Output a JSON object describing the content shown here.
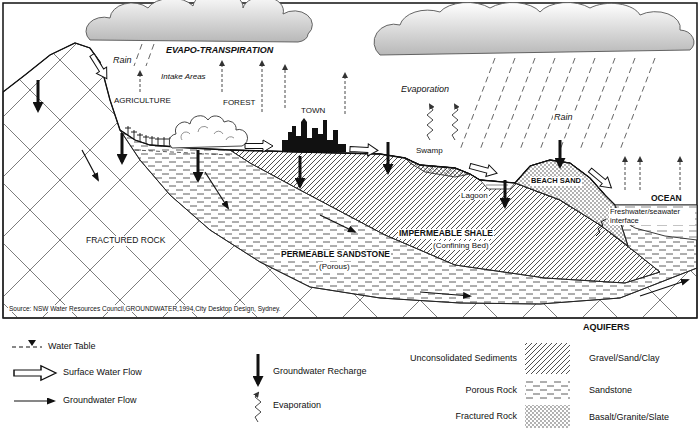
{
  "diagram": {
    "labels": [
      "Rain",
      "Intake Areas",
      "EVAPO-TRANSPIRATION",
      "AGRICULTURE",
      "FOREST",
      "TOWN",
      "Evaporation",
      "Rain",
      "Swamp",
      "Lagoon",
      "BEACH SAND",
      "IMPERMEABLE SHALE",
      "(Confining Bed)",
      "PERMEABLE SANDSTONE",
      "(Porous)",
      "FRACTURED ROCK",
      "OCEAN",
      "Freshwater/seawater interface",
      "Source: NSW Water Resources Council,GROUNDWATER,1994,City Desktop Design, Sydney.",
      "AQUIFERS",
      "Gravel/Sand/Clay",
      "Sandstone",
      "Basalt/Granite/Slate"
    ],
    "legend": [
      {
        "text": "Water Table"
      },
      {
        "text": "Surface Water Flow"
      },
      {
        "text": "Groundwater Flow"
      },
      {
        "text": "Groundwater Recharge"
      },
      {
        "text": "Evaporation"
      },
      {
        "text": "Unconsolidated Sediments"
      },
      {
        "text": "Porous Rock"
      },
      {
        "text": "Fractured Rock"
      }
    ]
  }
}
